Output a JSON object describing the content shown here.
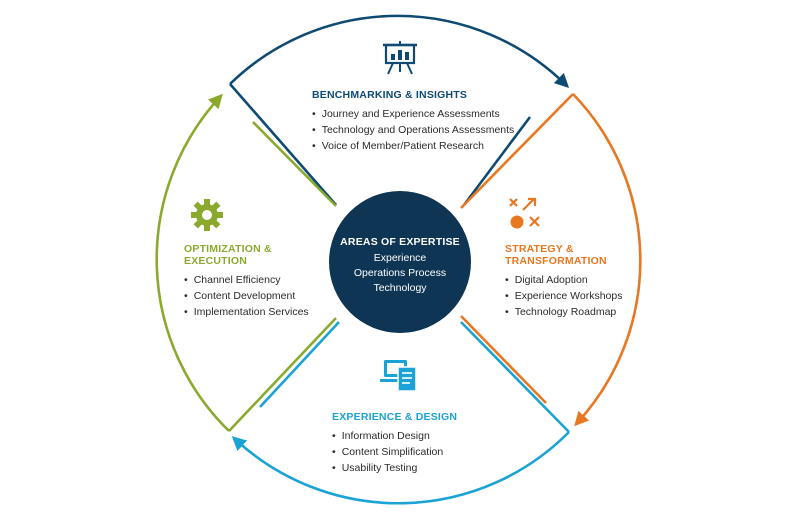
{
  "colors": {
    "navy": "#0e4a73",
    "orange": "#e87722",
    "cyan": "#1aa3d4",
    "green": "#8aaa2e",
    "center_fill": "#0e3553"
  },
  "center": {
    "title": "AREAS OF EXPERTISE",
    "lines": [
      "Experience",
      "Operations Process",
      "Technology"
    ]
  },
  "quadrants": {
    "benchmarking": {
      "title": "BENCHMARKING & INSIGHTS",
      "icon": "presentation-chart-icon",
      "items": [
        "Journey and Experience Assessments",
        "Technology and Operations Assessments",
        "Voice of Member/Patient Research"
      ]
    },
    "strategy": {
      "title_line1": "STRATEGY &",
      "title_line2": "TRANSFORMATION",
      "icon": "strategy-play-icon",
      "items": [
        "Digital Adoption",
        "Experience Workshops",
        "Technology Roadmap"
      ]
    },
    "design": {
      "title": "EXPERIENCE & DESIGN",
      "icon": "devices-document-icon",
      "items": [
        "Information Design",
        "Content Simplification",
        "Usability Testing"
      ]
    },
    "optimization": {
      "title_line1": "OPTIMIZATION &",
      "title_line2": "EXECUTION",
      "icon": "gear-icon",
      "items": [
        "Channel Efficiency",
        "Content Development",
        "Implementation Services"
      ]
    }
  }
}
